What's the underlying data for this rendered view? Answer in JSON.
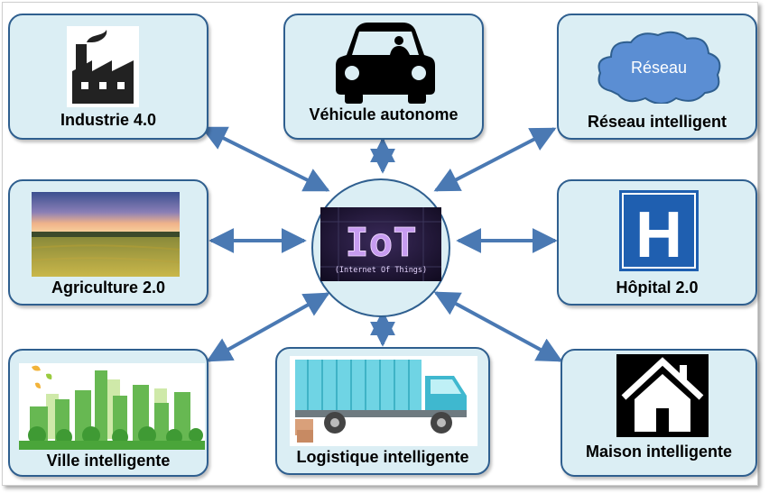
{
  "hub": {
    "title": "IoT",
    "subtitle": "(Internet Of Things)"
  },
  "nodes": [
    {
      "label": "Industrie 4.0",
      "icon": "factory-icon"
    },
    {
      "label": "Véhicule autonome",
      "icon": "car-driver-icon"
    },
    {
      "label": "Réseau intelligent",
      "icon": "cloud-icon",
      "cloud_text": "Réseau"
    },
    {
      "label": "Agriculture 2.0",
      "icon": "wheat-field-image"
    },
    {
      "label": "Hôpital 2.0",
      "icon": "hospital-sign-icon",
      "sign_letter": "H"
    },
    {
      "label": "Ville intelligente",
      "icon": "green-city-image"
    },
    {
      "label": "Logistique intelligente",
      "icon": "truck-icon"
    },
    {
      "label": "Maison intelligente",
      "icon": "house-icon"
    }
  ],
  "colors": {
    "node_fill": "#dbeef4",
    "node_border": "#2f5f8f",
    "arrow": "#4a79b3",
    "hospital_blue": "#1f5fb0",
    "cloud_blue": "#5b8ed3",
    "truck_body": "#6fd4e4",
    "iot_glow": "#c79cf0"
  }
}
